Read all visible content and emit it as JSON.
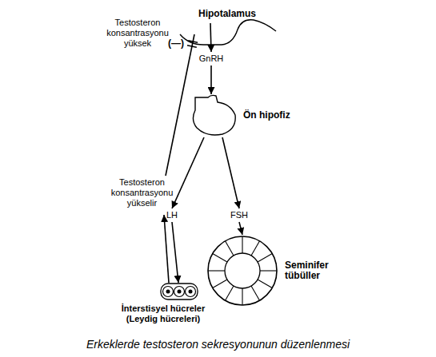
{
  "diagram": {
    "caption": "Erkeklerde testosteron sekresyonunun düzenlenmesi",
    "nodes": [
      {
        "text": [
          "Hipotalamus"
        ]
      },
      {
        "text": [
          "GnRH"
        ]
      },
      {
        "text": [
          "Ön hipofiz"
        ]
      },
      {
        "text": [
          "Testosteron konsantrasyonu yükselir"
        ]
      },
      {
        "text": [
          "LH"
        ]
      },
      {
        "text": [
          "FSH"
        ]
      },
      {
        "text": [
          "İnterstisyel hücreler (Leydig hücreleri)"
        ]
      },
      {
        "text": [
          "Seminifer tübüller"
        ]
      }
    ],
    "edges": [
      {
        "from": 0,
        "to": 1,
        "arrow": "to"
      },
      {
        "from": 1,
        "to": 2,
        "arrow": "to"
      },
      {
        "from": 2,
        "to": 4,
        "arrow": "to"
      },
      {
        "from": 2,
        "to": 5,
        "arrow": "to"
      },
      {
        "from": 4,
        "to": 6,
        "arrow": "to"
      },
      {
        "from": 5,
        "to": 7,
        "arrow": "to"
      },
      {
        "from": 6,
        "to": 3,
        "arrow": "to"
      },
      {
        "from": 3,
        "to": 0,
        "arrow": "none"
      }
    ],
    "labels": [
      "Testosteron konsantrasyonu yüksek",
      "(—)"
    ]
  }
}
